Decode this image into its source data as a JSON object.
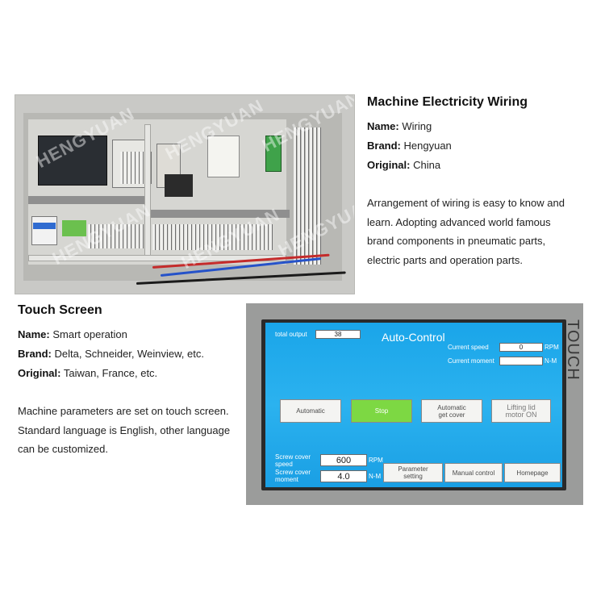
{
  "wiring": {
    "heading": "Machine Electricity Wiring",
    "name_label": "Name:",
    "name_value": "Wiring",
    "brand_label": "Brand:",
    "brand_value": "Hengyuan",
    "origin_label": "Original:",
    "origin_value": "China",
    "description_line1": "Arrangement of wiring is easy to know and",
    "description_line2": "learn. Adopting advanced world famous",
    "description_line3": "brand components in pneumatic parts,",
    "description_line4": "electric parts and operation parts.",
    "photo_watermark": "HENGYUAN"
  },
  "touch": {
    "heading": "Touch Screen",
    "name_label": "Name:",
    "name_value": "Smart operation",
    "brand_label": "Brand:",
    "brand_value": "Delta, Schneider, Weinview, etc.",
    "origin_label": "Original:",
    "origin_value": "Taiwan, France, etc.",
    "description_line1": "Machine parameters are set on touch screen.",
    "description_line2": "Standard language is English, other language",
    "description_line3": "can be customized."
  },
  "screen": {
    "side_label": "TOUCH",
    "total_output_label": "total output",
    "total_output_value": "38",
    "title": "Auto-Control",
    "current_speed_label": "Current speed",
    "current_speed_value": "0",
    "current_speed_unit": "RPM",
    "current_moment_label": "Current moment",
    "current_moment_value": "",
    "current_moment_unit": "N-M",
    "btn_automatic": "Automatic",
    "btn_stop": "Stop",
    "btn_auto_get_cover_l1": "Automatic",
    "btn_auto_get_cover_l2": "get cover",
    "btn_lifting_l1": "Lifting lid",
    "btn_lifting_l2": "motor ON",
    "screw_speed_label_l1": "Screw cover",
    "screw_speed_label_l2": "speed",
    "screw_speed_value": "600",
    "screw_speed_unit": "RPM",
    "screw_moment_label_l1": "Screw cover",
    "screw_moment_label_l2": "moment",
    "screw_moment_value": "4.0",
    "screw_moment_unit": "N-M",
    "btn_parameter_l1": "Parameter",
    "btn_parameter_l2": "setting",
    "btn_manual": "Manual control",
    "btn_homepage": "Homepage"
  }
}
